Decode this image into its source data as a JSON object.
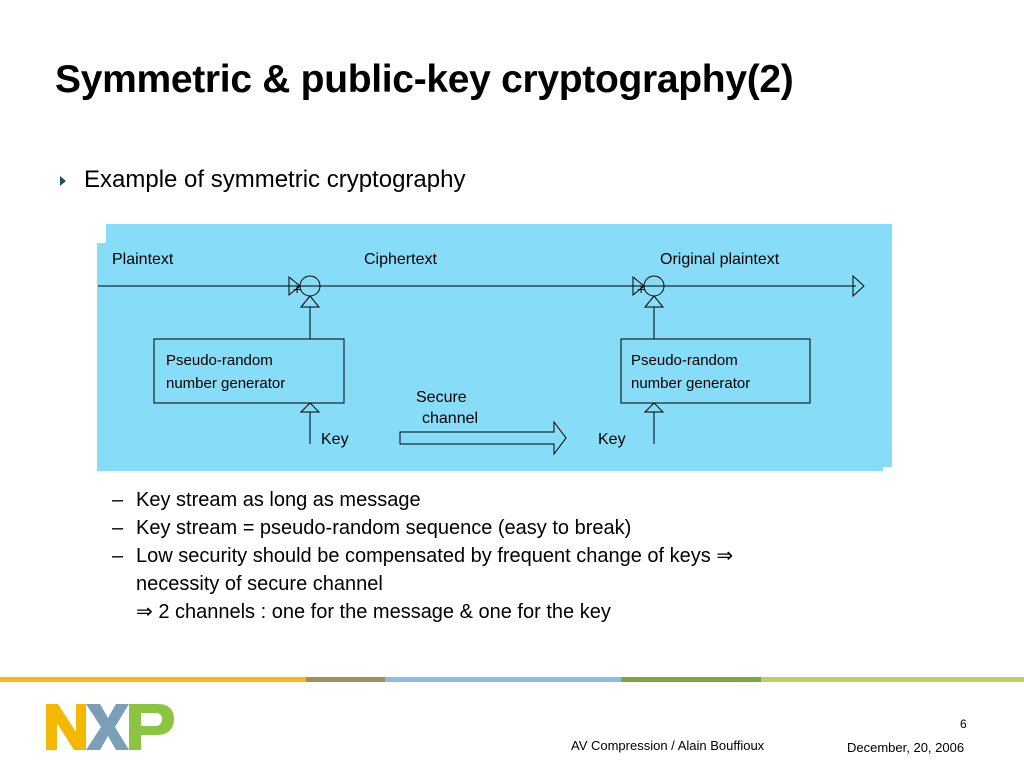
{
  "slide": {
    "title": "Symmetric & public-key cryptography(2)",
    "bullet": "Example of symmetric cryptography",
    "sub_bullets": [
      "Key stream as long as message",
      "Key stream = pseudo-random sequence (easy to break)",
      "Low security should be compensated by frequent change of keys ⇒"
    ],
    "dash": "–",
    "continuation_1": "necessity of secure channel",
    "continuation_2": "⇒ 2 channels : one for the message & one for the key"
  },
  "diagram": {
    "plaintext": "Plaintext",
    "ciphertext": "Ciphertext",
    "original_plaintext": "Original plaintext",
    "generator_line1": "Pseudo-random",
    "generator_line2": "number generator",
    "secure_line1": "Secure",
    "secure_line2": "channel",
    "key": "Key",
    "plus": "+",
    "colors": {
      "panel": "#87dcf8",
      "panel_shadow": "#ffffff"
    }
  },
  "footer": {
    "page_number": "6",
    "author": "AV Compression / Alain Bouffioux",
    "date": "December, 20, 2006",
    "logo_letters": [
      "N",
      "X",
      "P"
    ],
    "logo_colors": [
      "#f5b800",
      "#7a9fb6",
      "#8bc441"
    ],
    "color_bar": [
      "#f9b816",
      "#a18f58",
      "#8fbde0",
      "#7ea343",
      "#b6d35a"
    ]
  }
}
